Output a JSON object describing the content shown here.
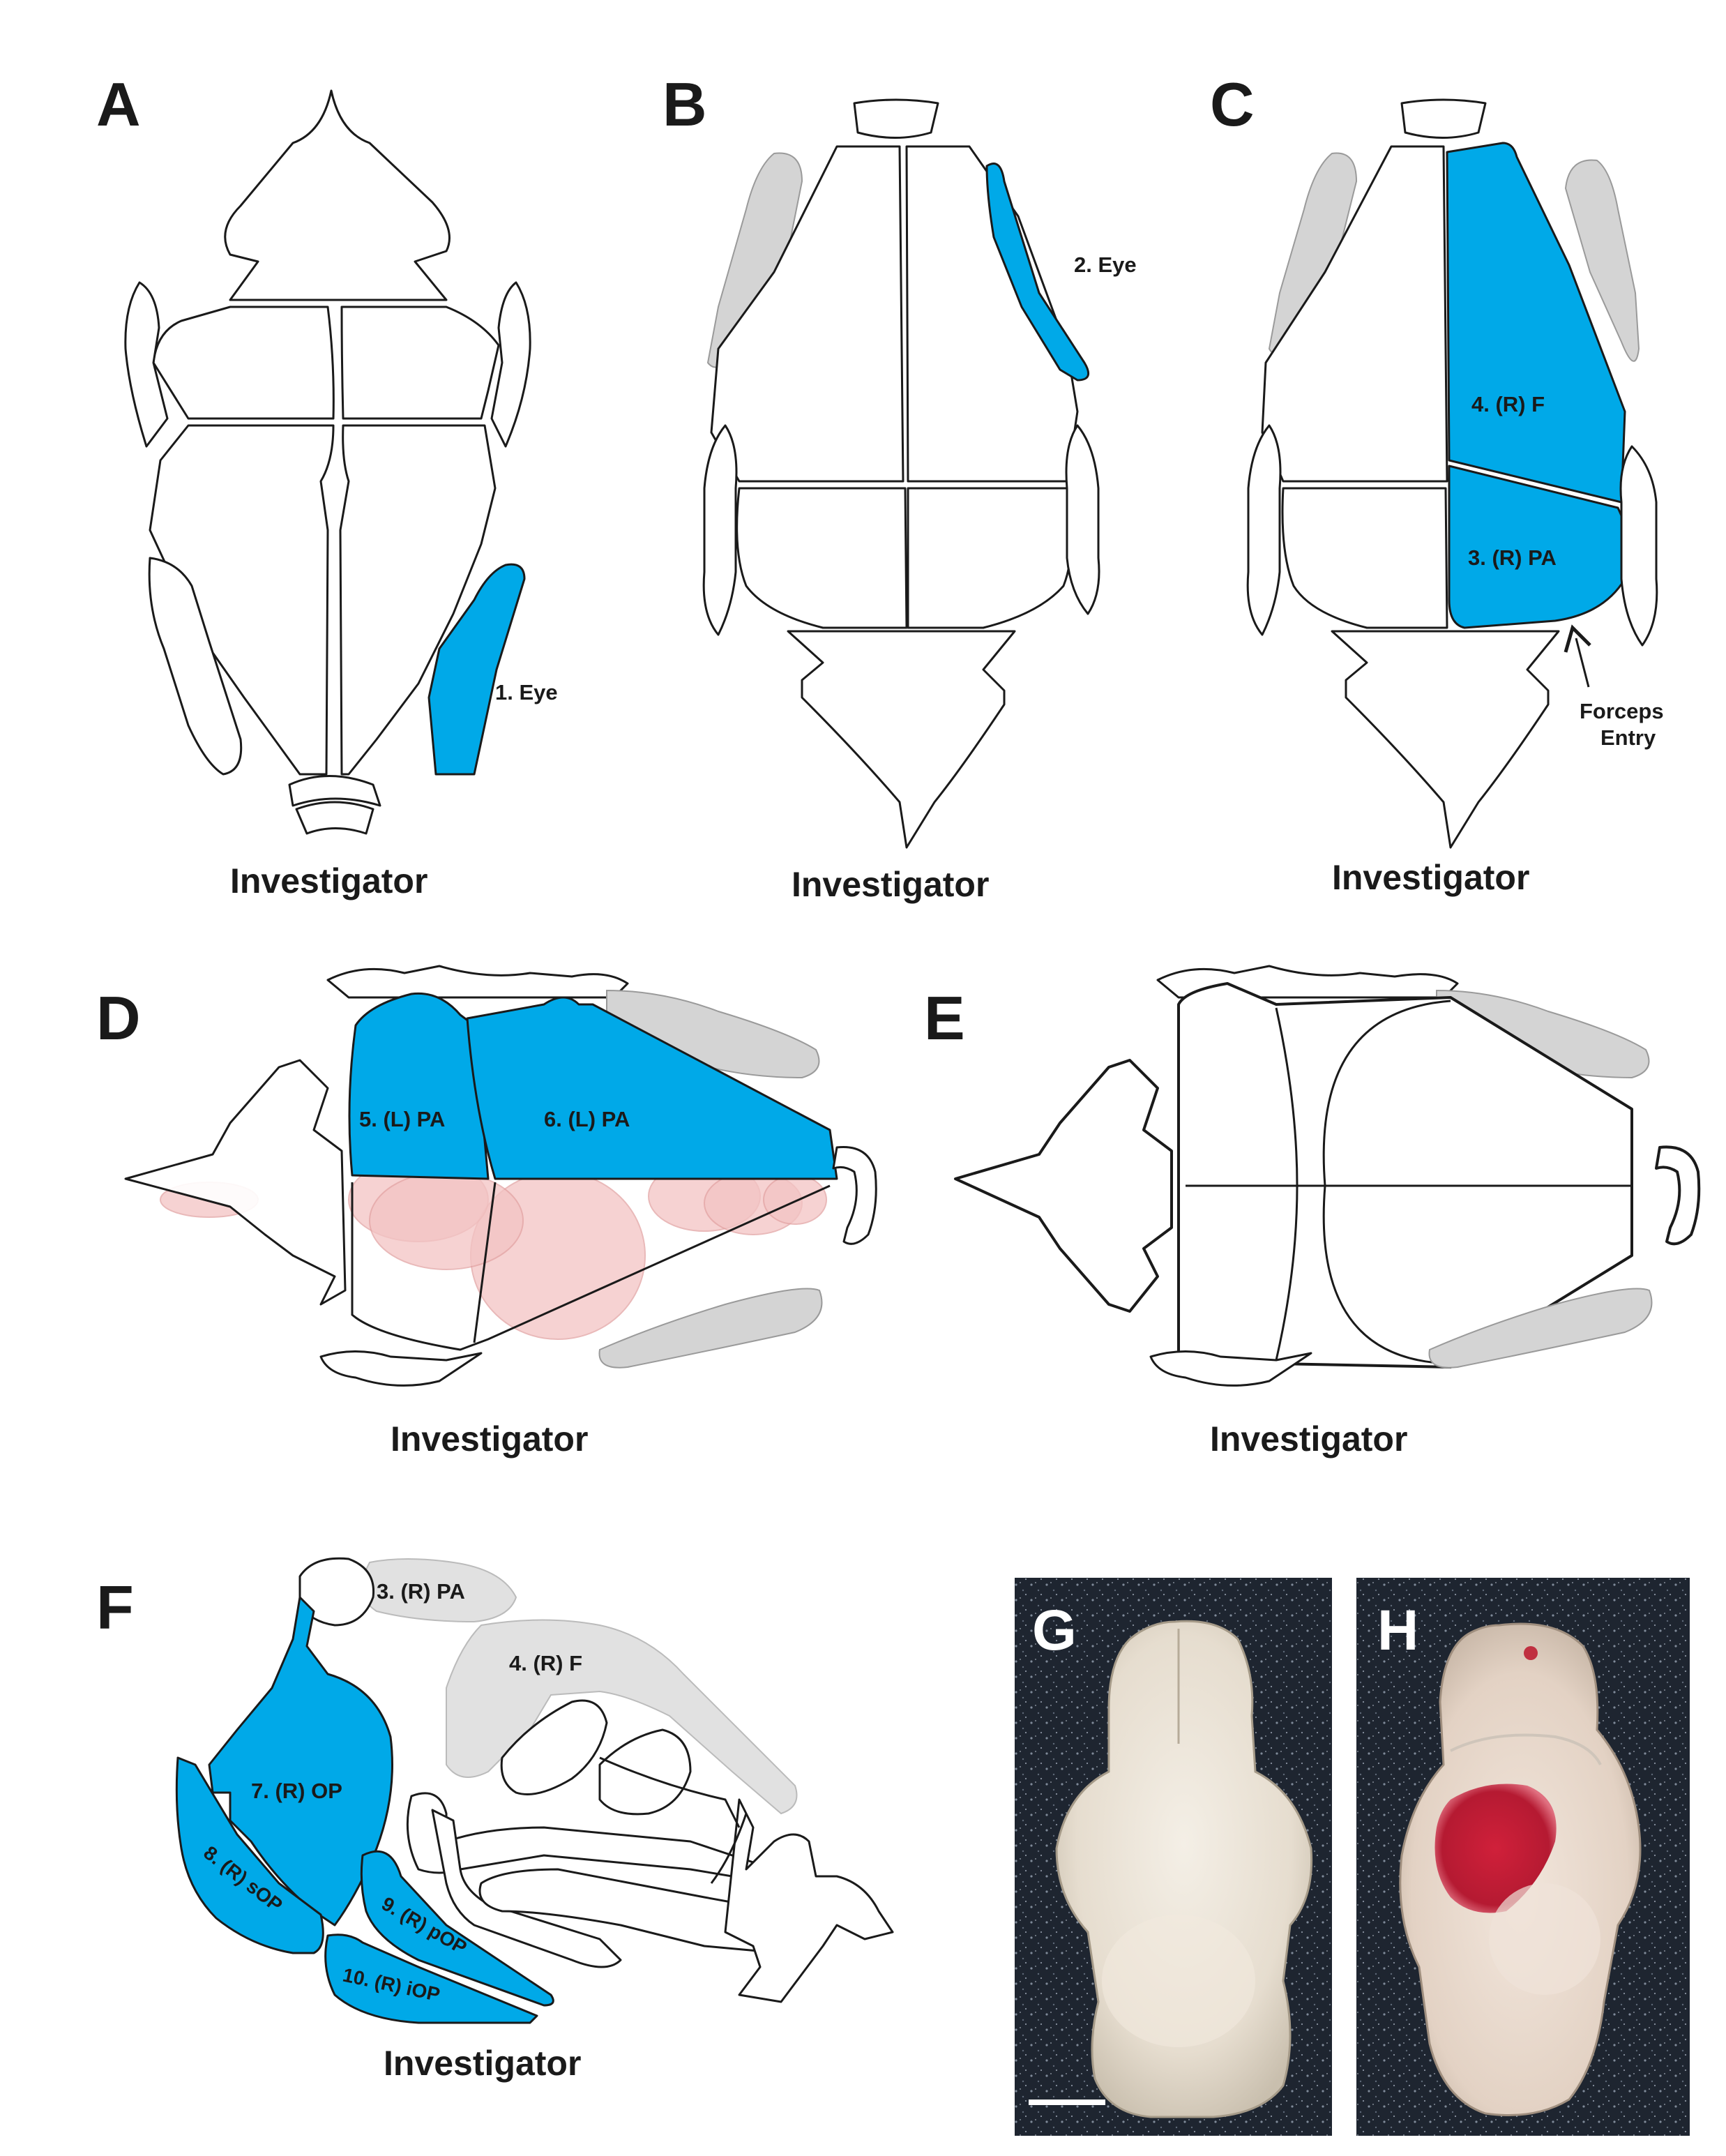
{
  "panels": {
    "A": {
      "letter": "A",
      "caption": "Investigator",
      "labels": {
        "eye": "1. Eye"
      }
    },
    "B": {
      "letter": "B",
      "caption": "Investigator",
      "labels": {
        "eye": "2. Eye"
      }
    },
    "C": {
      "letter": "C",
      "caption": "Investigator",
      "labels": {
        "frontal": "4. (R) F",
        "parietal": "3. (R) PA",
        "forceps_1": "Forceps",
        "forceps_2": "Entry"
      }
    },
    "D": {
      "letter": "D",
      "caption": "Investigator",
      "labels": {
        "bone5": "5. (L) PA",
        "bone6": "6. (L) PA"
      }
    },
    "E": {
      "letter": "E",
      "caption": "Investigator"
    },
    "F": {
      "letter": "F",
      "caption": "Investigator",
      "labels": {
        "pa": "3. (R) PA",
        "f": "4. (R) F",
        "op": "7. (R) OP",
        "sop": "8. (R) sOP",
        "pop": "9. (R) pOP",
        "iop": "10. (R) iOP"
      }
    },
    "G": {
      "letter": "G"
    },
    "H": {
      "letter": "H"
    }
  },
  "colors": {
    "highlight": "#00a9e8",
    "eye_grey": "#d4d4d4",
    "brain_pink": "#f3c4c4",
    "photo_bg": "#1e2530"
  }
}
